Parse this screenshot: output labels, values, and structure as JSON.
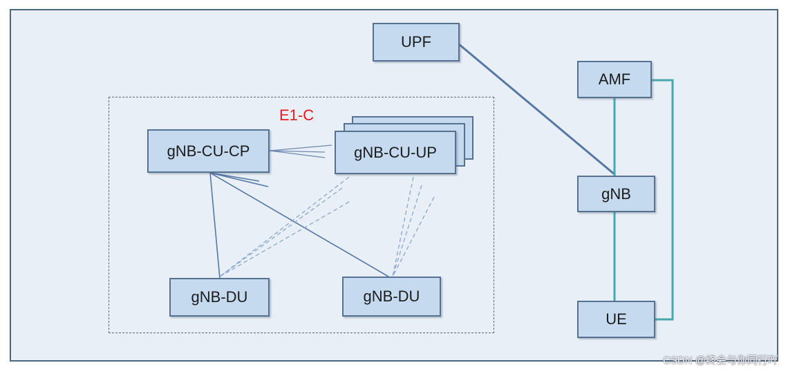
{
  "nodes": {
    "upf": "UPF",
    "amf": "AMF",
    "gnb": "gNB",
    "ue": "UE",
    "cu_cp": "gNB-CU-CP",
    "cu_up": "gNB-CU-UP",
    "du_left": "gNB-DU",
    "du_right": "gNB-DU"
  },
  "labels": {
    "e1c": "E1-C"
  },
  "watermark": "CSDN @终会与你同行吖",
  "colors": {
    "box_fill": "#c5d9ef",
    "box_border": "#55718f",
    "background": "#e9eff6",
    "line_blue": "#5577a6",
    "line_teal": "#49a7b0",
    "label_red": "#e11b1b"
  }
}
